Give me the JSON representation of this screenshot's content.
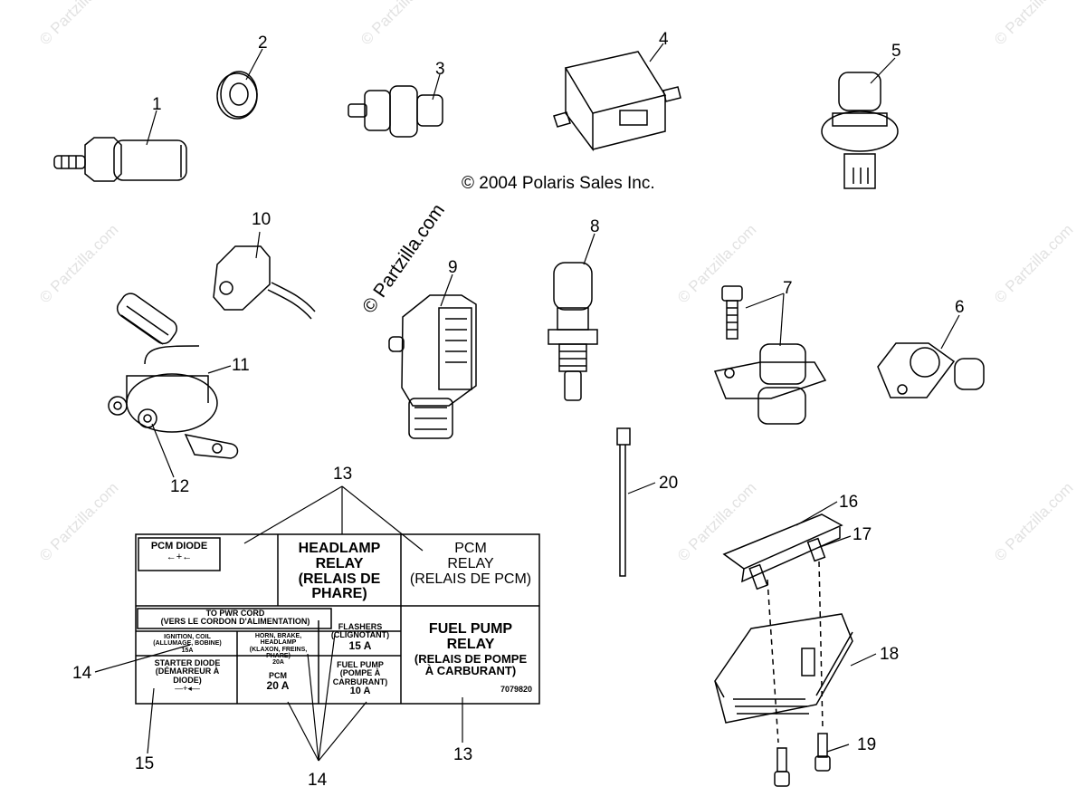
{
  "copyright": "© 2004 Polaris Sales Inc.",
  "watermark": "© Partzilla.com",
  "labels": [
    {
      "id": "1",
      "text": "1"
    },
    {
      "id": "2",
      "text": "2"
    },
    {
      "id": "3",
      "text": "3"
    },
    {
      "id": "4",
      "text": "4"
    },
    {
      "id": "5",
      "text": "5"
    },
    {
      "id": "6",
      "text": "6"
    },
    {
      "id": "7",
      "text": "7"
    },
    {
      "id": "8",
      "text": "8"
    },
    {
      "id": "9",
      "text": "9"
    },
    {
      "id": "10",
      "text": "10"
    },
    {
      "id": "11",
      "text": "11"
    },
    {
      "id": "12",
      "text": "12"
    },
    {
      "id": "13a",
      "text": "13"
    },
    {
      "id": "13b",
      "text": "13"
    },
    {
      "id": "14a",
      "text": "14"
    },
    {
      "id": "14b",
      "text": "14"
    },
    {
      "id": "15",
      "text": "15"
    },
    {
      "id": "16",
      "text": "16"
    },
    {
      "id": "17",
      "text": "17"
    },
    {
      "id": "18",
      "text": "18"
    },
    {
      "id": "19",
      "text": "19"
    },
    {
      "id": "20",
      "text": "20"
    }
  ],
  "decal": {
    "pcm_diode": "PCM DIODE",
    "headlamp_relay": [
      "HEADLAMP",
      "RELAY",
      "(RELAIS DE",
      "PHARE)"
    ],
    "pcm_relay": [
      "PCM",
      "RELAY",
      "(RELAIS DE PCM)"
    ],
    "pwr_cord": [
      "TO PWR CORD",
      "(VERS LE CORDON D'ALIMENTATION)"
    ],
    "ignition": [
      "IGNITION, COIL",
      "(ALLUMAGE, BOBINE)",
      "15A"
    ],
    "horn": [
      "HORN, BRAKE,",
      "HEADLAMP",
      "(KLAXON, FREINS, PHARE)",
      "20A"
    ],
    "flashers": [
      "FLASHERS",
      "(CLIGNOTANT)",
      "15 A"
    ],
    "fuel_pump_relay": [
      "FUEL PUMP",
      "RELAY",
      "(RELAIS DE POMPE",
      "À CARBURANT)"
    ],
    "part_number": "7079820",
    "starter_diode": [
      "STARTER DIODE",
      "(DÉMARREUR À",
      "DIODE)"
    ],
    "pcm_fuse": [
      "PCM",
      "20 A"
    ],
    "fuel_pump_fuse": [
      "FUEL PUMP",
      "(POMPE À",
      "CARBURANT)",
      "10 A"
    ]
  }
}
